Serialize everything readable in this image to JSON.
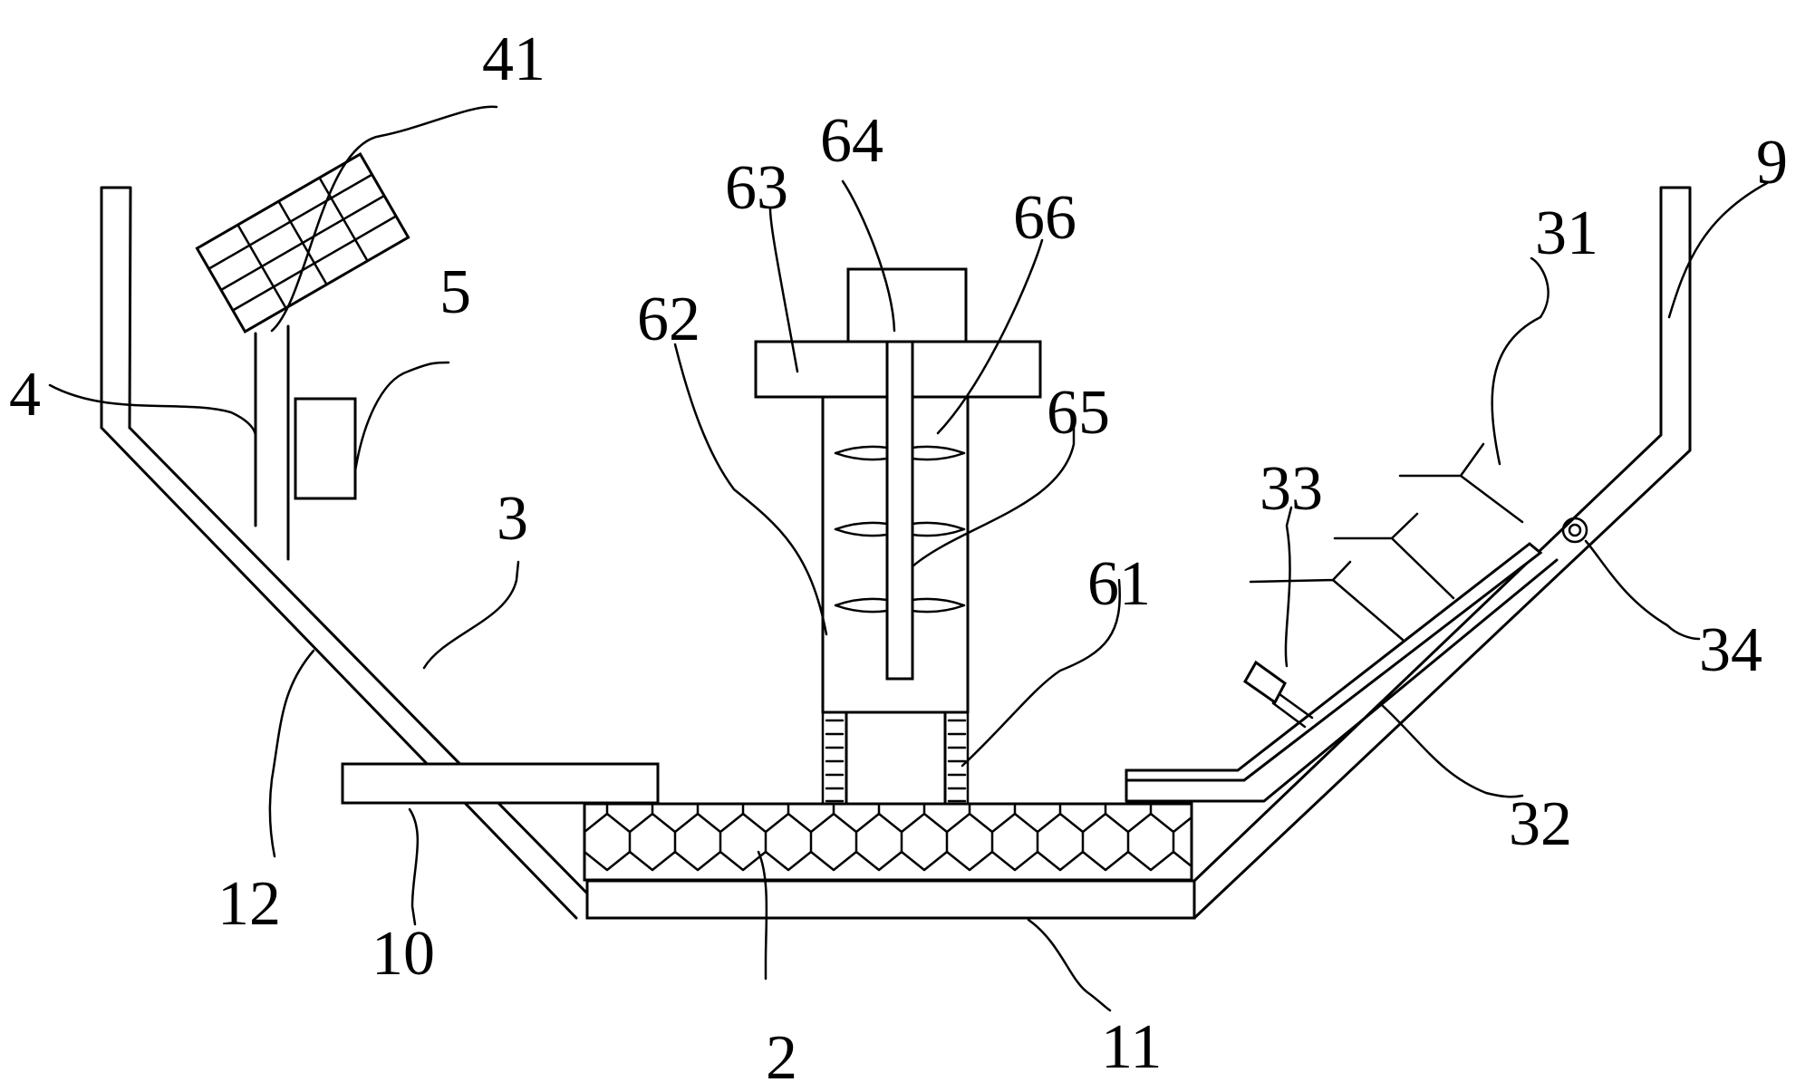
{
  "figure": {
    "labels": {
      "l41": "41",
      "l64": "64",
      "l63": "63",
      "l66": "66",
      "l9": "9",
      "l31": "31",
      "l5": "5",
      "l62": "62",
      "l4": "4",
      "l65": "65",
      "l33": "33",
      "l3": "3",
      "l61": "61",
      "l34": "34",
      "l12": "12",
      "l10": "10",
      "l32": "32",
      "l2": "2",
      "l11": "11"
    }
  }
}
